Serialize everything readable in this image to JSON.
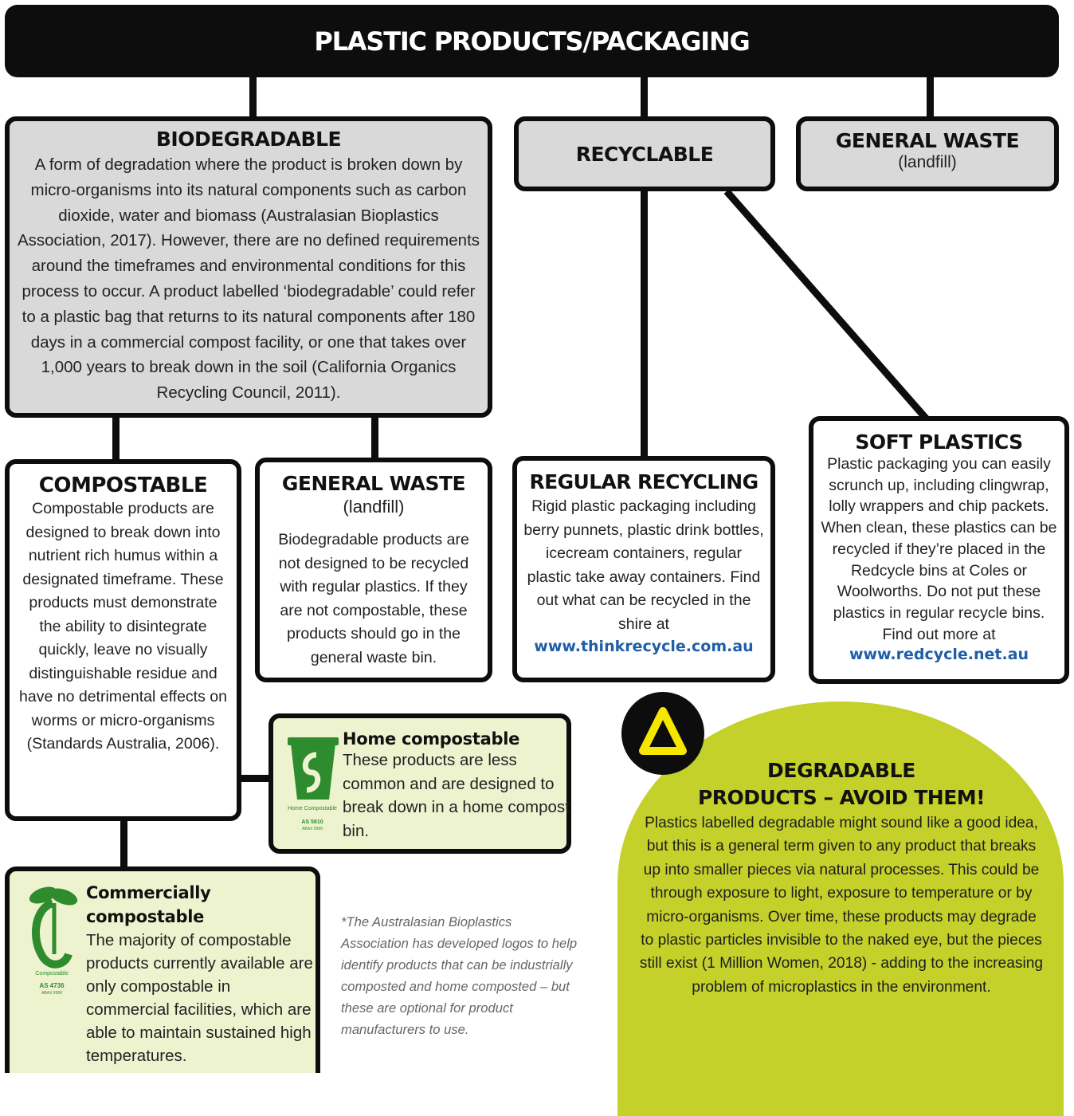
{
  "title": "PLASTIC PRODUCTS/PACKAGING",
  "biodegradable": {
    "heading": "BIODEGRADABLE",
    "text": "A form of degradation where the product is broken down by  micro-organisms into its natural components such as carbon dioxide, water and biomass (Australasian Bioplastics Association, 2017). However, there are no defined requirements around the timeframes and environmental conditions for this process to occur. A product labelled ‘biodegradable’ could refer to a plastic bag that returns to its natural components after 180 days in a commercial compost facility, or one that takes over 1,000 years to break down in the soil (California Organics Recycling Council, 2011)."
  },
  "recyclable": {
    "heading": "RECYCLABLE"
  },
  "general_waste_top": {
    "heading": "GENERAL WASTE",
    "sub": "(landfill)"
  },
  "compostable": {
    "heading": "COMPOSTABLE",
    "text": "Compostable products are designed to break down into nutrient rich humus within a designated timeframe. These products must demonstrate the ability to disintegrate quickly, leave no visually distinguishable residue and have no detrimental effects on worms or micro-organisms (Standards Australia, 2006)."
  },
  "general_waste_mid": {
    "heading": "GENERAL WASTE",
    "sub": "(landfill)",
    "text": "Biodegradable products are not designed to be recycled with regular plastics. If they are not compostable, these products should go in the general waste bin."
  },
  "regular_recycling": {
    "heading": "REGULAR RECYCLING",
    "text": "Rigid plastic packaging including berry punnets, plastic drink bottles, icecream containers, regular plastic take away containers. Find out what can be recycled in the shire at",
    "link": "www.thinkrecycle.com.au"
  },
  "soft_plastics": {
    "heading": "SOFT PLASTICS",
    "text": "Plastic packaging you can easily scrunch up, including clingwrap, lolly wrappers and chip packets. When clean, these plastics can be recycled if they’re placed in the Redcycle bins at Coles or Woolworths. Do not put these plastics in regular recycle bins. Find out more at",
    "link": "www.redcycle.net.au"
  },
  "home_compostable": {
    "heading": "Home compostable",
    "text": "These products are less common and are designed to break down in a home compost bin.",
    "logo_caption": "Home Compostable",
    "logo_standard": "AS 5810",
    "logo_code": "ABAX 9999"
  },
  "commercially_compostable": {
    "heading_line1": "Commercially",
    "heading_line2": "compostable",
    "text": "The majority of compostable products currently available are only compostable in commercial facilities, which are able to maintain sustained high temperatures.",
    "logo_caption": "Compostable",
    "logo_standard": "AS 4736",
    "logo_code": "ABAX 9999"
  },
  "footnote": "*The Australasian Bioplastics Association has developed logos to help identify products that can be industrially composted and home composted – but these are optional for product manufacturers to use.",
  "degradable": {
    "heading_line1": "DEGRADABLE",
    "heading_line2": "PRODUCTS – AVOID THEM!",
    "text": "Plastics labelled degradable might sound like a good idea, but this is a general term given to any product that breaks up into smaller pieces via natural processes. This could be through exposure to light, exposure to temperature or by micro-organisms. Over time, these products may degrade to plastic particles invisible to the naked eye, but the pieces still exist (1 Million Women, 2018) - adding to the increasing problem of microplastics in the environment."
  },
  "colors": {
    "title_bg": "#0d0d0d",
    "grey_box": "#d9d9d9",
    "cream_box": "#eef3cf",
    "degradable_green": "#c4d12b",
    "warning_yellow": "#f6e600",
    "link_blue": "#1f5ea8",
    "logo_green": "#2e8b2e"
  },
  "icons": {
    "warning": "warning-triangle-icon",
    "home_logo": "home-compostable-logo-icon",
    "commercial_logo": "seedling-compostable-logo-icon"
  }
}
